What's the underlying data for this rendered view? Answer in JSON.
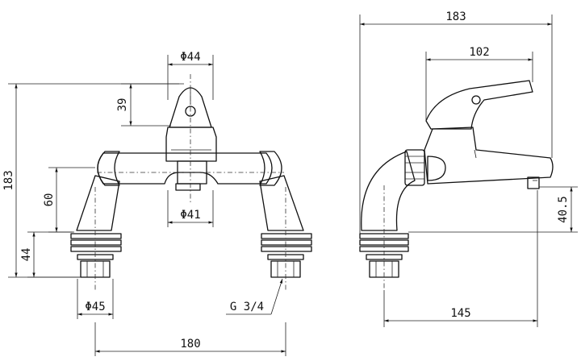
{
  "dimensions": {
    "front_inlet_diameter": "Φ44",
    "front_lever_height": "39",
    "front_overall_height": "183",
    "front_body_height": "60",
    "front_leg_height": "44",
    "front_spout_diameter": "Φ41",
    "front_base_diameter": "Φ45",
    "front_thread": "G 3/4",
    "front_centers": "180",
    "side_overall_width": "183",
    "side_lever_length": "102",
    "side_spout_height": "40.5",
    "side_base_to_outlet": "145"
  }
}
